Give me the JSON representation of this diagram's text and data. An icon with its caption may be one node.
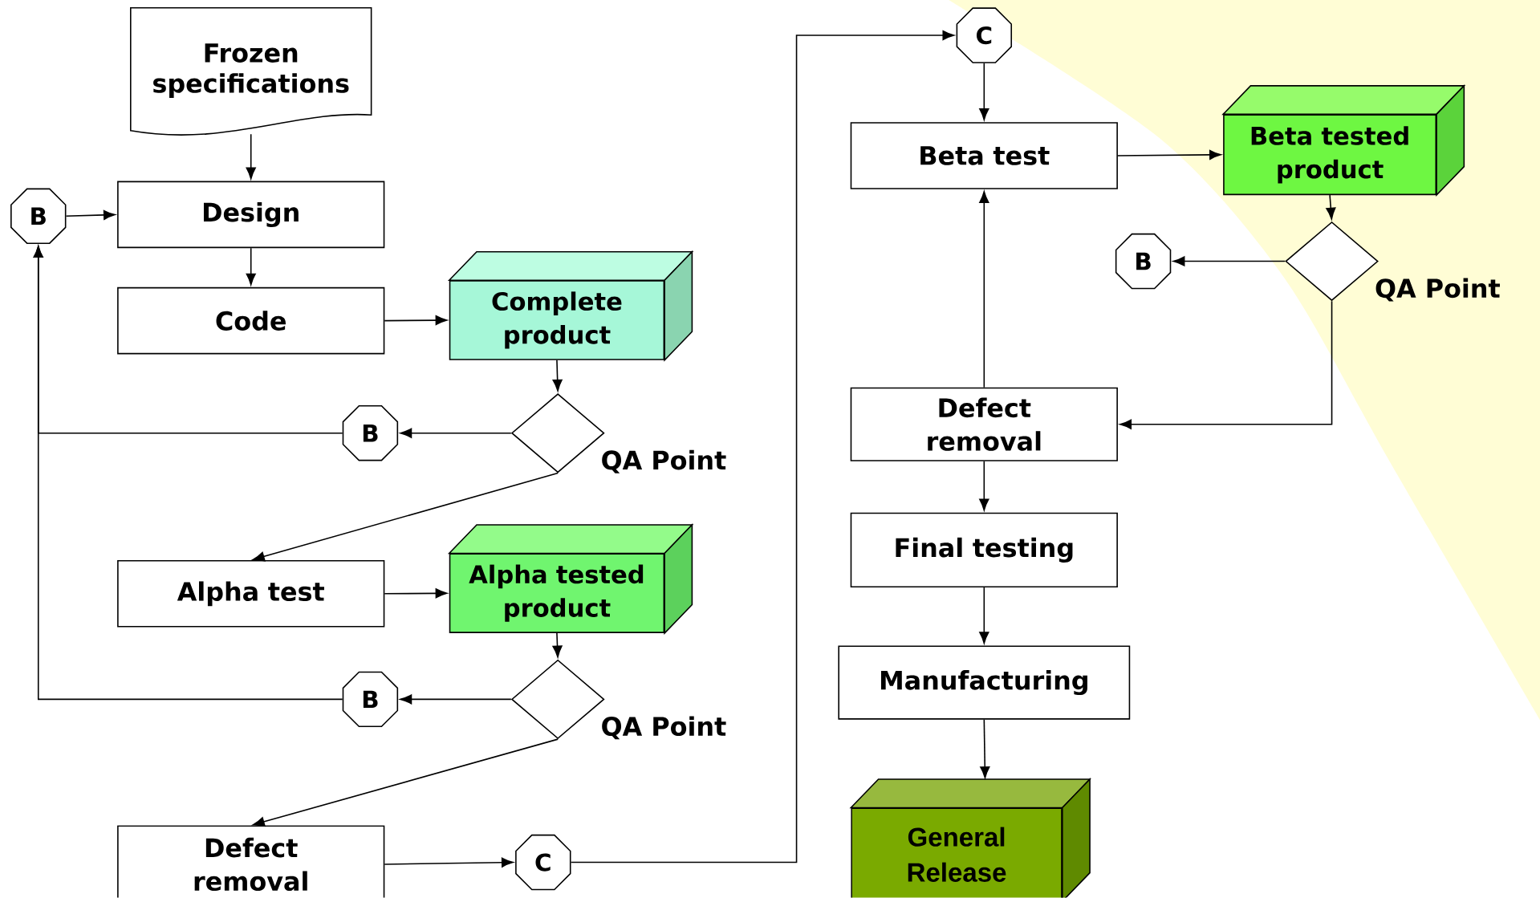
{
  "diagram": {
    "nodes": [
      {
        "text": [
          "Frozen specifications"
        ]
      },
      {
        "text": [
          "B"
        ]
      },
      {
        "text": [
          "Design"
        ]
      },
      {
        "text": [
          "Code"
        ]
      },
      {
        "text": [
          "Complete product"
        ]
      },
      {
        "text": [],
        "shape": "diamond",
        "beside": [
          "QA Point"
        ]
      },
      {
        "text": [
          "B"
        ]
      },
      {
        "text": [
          "Alpha test"
        ]
      },
      {
        "text": [
          "Alpha tested product"
        ]
      },
      {
        "text": [],
        "shape": "diamond",
        "beside": [
          "QA Point"
        ]
      },
      {
        "text": [
          "B"
        ]
      },
      {
        "text": [
          "Defect removal"
        ]
      },
      {
        "text": [
          "C"
        ]
      },
      {
        "text": [
          "C"
        ]
      },
      {
        "text": [
          "Beta test"
        ]
      },
      {
        "text": [
          "Beta tested product"
        ]
      },
      {
        "text": [],
        "shape": "diamond",
        "beside": [
          "QA Point"
        ]
      },
      {
        "text": [
          "B"
        ]
      },
      {
        "text": [
          "Defect removal"
        ]
      },
      {
        "text": [
          "Final testing"
        ]
      },
      {
        "text": [
          "Manufacturing"
        ]
      },
      {
        "text": [
          "General Release"
        ]
      }
    ],
    "edges": [
      {
        "from": 0,
        "to": 2,
        "arrow": "to"
      },
      {
        "from": 1,
        "to": 2,
        "arrow": "to"
      },
      {
        "from": 2,
        "to": 3,
        "arrow": "to"
      },
      {
        "from": 3,
        "to": 4,
        "arrow": "to"
      },
      {
        "from": 4,
        "to": 5,
        "arrow": "to"
      },
      {
        "from": 5,
        "to": 6,
        "arrow": "to"
      },
      {
        "from": 6,
        "to": 1,
        "arrow": "to"
      },
      {
        "from": 5,
        "to": 7,
        "arrow": "to"
      },
      {
        "from": 7,
        "to": 8,
        "arrow": "to"
      },
      {
        "from": 8,
        "to": 9,
        "arrow": "to"
      },
      {
        "from": 9,
        "to": 10,
        "arrow": "to"
      },
      {
        "from": 10,
        "to": 1,
        "arrow": "to"
      },
      {
        "from": 9,
        "to": 11,
        "arrow": "to"
      },
      {
        "from": 11,
        "to": 12,
        "arrow": "to"
      },
      {
        "from": 12,
        "to": 13,
        "arrow": "to"
      },
      {
        "from": 13,
        "to": 14,
        "arrow": "to"
      },
      {
        "from": 14,
        "to": 15,
        "arrow": "to"
      },
      {
        "from": 15,
        "to": 16,
        "arrow": "to"
      },
      {
        "from": 16,
        "to": 17,
        "arrow": "to"
      },
      {
        "from": 16,
        "to": 18,
        "arrow": "to"
      },
      {
        "from": 18,
        "to": 14,
        "arrow": "to"
      },
      {
        "from": 18,
        "to": 19,
        "arrow": "to"
      },
      {
        "from": 19,
        "to": 20,
        "arrow": "to"
      },
      {
        "from": 20,
        "to": 21,
        "arrow": "to"
      }
    ]
  }
}
